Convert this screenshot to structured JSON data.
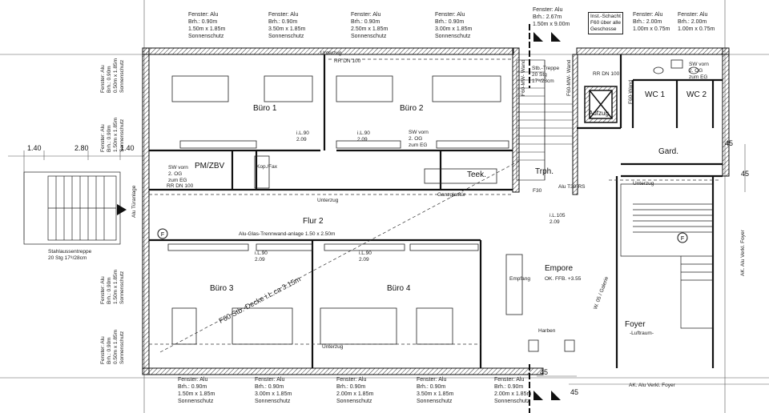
{
  "windows_top": [
    {
      "l1": "Fenster: Alu",
      "l2": "Brh.: 0.90m",
      "l3": "1.50m x 1.85m",
      "l4": "Sonnenschutz"
    },
    {
      "l1": "Fenster: Alu",
      "l2": "Brh.: 0.90m",
      "l3": "3.50m x 1.85m",
      "l4": "Sonnenschutz"
    },
    {
      "l1": "Fenster: Alu",
      "l2": "Brh.: 0.90m",
      "l3": "2.50m x 1.85m",
      "l4": "Sonnenschutz"
    },
    {
      "l1": "Fenster: Alu",
      "l2": "Brh.: 0.90m",
      "l3": "3.00m x 1.85m",
      "l4": "Sonnenschutz"
    },
    {
      "l1": "Fenster: Alu",
      "l2": "Brh.: 2.67m",
      "l3": "1.50m x 9.00m",
      "l4": ""
    },
    {
      "l1": "Fenster: Alu",
      "l2": "Brh.: 2.00m",
      "l3": "1.00m x 0.75m",
      "l4": ""
    },
    {
      "l1": "Fenster: Alu",
      "l2": "Brh.: 2.00m",
      "l3": "1.00m x 0.75m",
      "l4": ""
    }
  ],
  "windows_bottom": [
    {
      "l1": "Fenster: Alu",
      "l2": "Brh.: 0.90m",
      "l3": "1.50m x 1.85m",
      "l4": "Sonnenschutz"
    },
    {
      "l1": "Fenster: Alu",
      "l2": "Brh.: 0.90m",
      "l3": "3.00m x 1.85m",
      "l4": "Sonnenschutz"
    },
    {
      "l1": "Fenster: Alu",
      "l2": "Brh.: 0.90m",
      "l3": "2.00m x 1.85m",
      "l4": "Sonnenschutz"
    },
    {
      "l1": "Fenster: Alu",
      "l2": "Brh.: 0.90m",
      "l3": "3.50m x 1.85m",
      "l4": "Sonnenschutz"
    },
    {
      "l1": "Fenster: Alu",
      "l2": "Brh.: 0.90m",
      "l3": "2.00m x 1.85m",
      "l4": "Sonnenschutz"
    }
  ],
  "windows_left": [
    {
      "l1": "Fenster: Alu",
      "l2": "Brh.: 0.90m",
      "l3": "0.50m x 1.85m",
      "l4": "Sonnenschutz"
    },
    {
      "l1": "Fenster: Alu",
      "l2": "Brh.: 0.90m",
      "l3": "1.50m x 1.85m",
      "l4": "Sonnenschutz"
    },
    {
      "l1": "Fenster: Alu",
      "l2": "Brh.: 0.90m",
      "l3": "1.50m x 1.85m",
      "l4": "Sonnenschutz"
    },
    {
      "l1": "Fenster: Alu",
      "l2": "Brh.: 0.90m",
      "l3": "0.50m x 1.85m",
      "l4": "Sonnenschutz"
    }
  ],
  "shaft_note": {
    "l1": "Inst.-Schacht",
    "l2": "F60 über alle",
    "l3": "Geschosse"
  },
  "rooms": {
    "buero1": "Büro 1",
    "buero2": "Büro 2",
    "buero3": "Büro 3",
    "buero4": "Büro 4",
    "flur": "Flur 2",
    "pm": "PM/ZBV",
    "teek": "Teek.",
    "trph": "Trph.",
    "gard": "Gard.",
    "empore": "Empore",
    "empore_level": "OK. FFB. +3.55",
    "foyer": "Foyer",
    "luftraum": "-Luftraum-",
    "wc1": "WC 1",
    "wc2": "WC 2",
    "aufzug": "Aufzug",
    "kop": "Kop./Fax",
    "empfang": "Empfang",
    "harben": "Harben"
  },
  "labels": {
    "rr_dn_top": "RR DN 100",
    "rr_dn_right": "RR DN 100",
    "rr_dn_left": "RR DN 100",
    "unterzug": "Unterzug",
    "sw_vorn_1": "SW vorn",
    "sw_vorn_1b": "2. OG",
    "sw_vorn_1c": "zum EG",
    "sw_vorn_2": "SW vorn",
    "sw_vorn_2b": "2. OG",
    "sw_vorn_2c": "zum EG",
    "sw_vorn_3": "SW vorn",
    "sw_vorn_3b": "2. OG",
    "sw_vorn_3c": "zum EG",
    "il90": "i.L.90",
    "h209": "2.09",
    "il105": "i.L.105",
    "stb_treppe_1": "Stb.-Treppe",
    "stb_treppe_2": "20 Stg",
    "stb_treppe_3": "17⁸/28cm",
    "f60_wand_1": "F60-MW- Wand",
    "f60_wand_2": "F60-MW- Wand",
    "f60_wand_3": "F60-Wand",
    "f60_decke": "F60 Stb.-Decke  i.L.ca  3.15m",
    "f30": "F30",
    "t30": "Alu T30-RS",
    "stahl_1": "Stahlaussentreppe",
    "stahl_2": "20 Stg 17⁸/28cm",
    "galerie": "W. 05 / Galerie",
    "ak_verkl_1": "AK. Alu Verkl. Foyer",
    "ak_verkl_2": "AK. Alu Verkl. Foyer",
    "alu_tuer": "Alu Türanlage",
    "ganzglas": "Ganzglastür",
    "alu_glas": "Alu-Glas-Trennwand-anlage 1.50 x 2.50m"
  },
  "dims": {
    "d1": "1.40",
    "d2": "2.80",
    "d3": "1.40",
    "d4": "45",
    "d5": "45",
    "d6": "45",
    "d7": "45"
  }
}
